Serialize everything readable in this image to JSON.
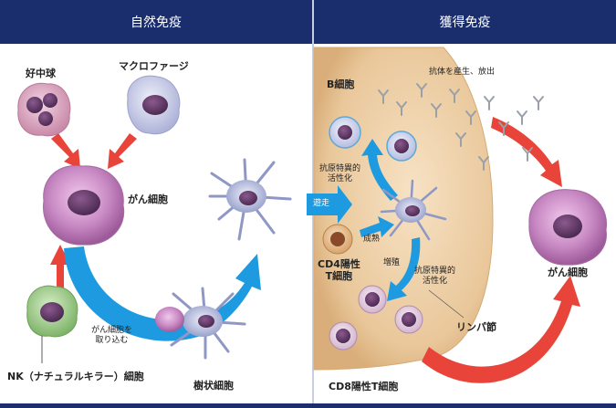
{
  "headers": {
    "innate": "自然免疫",
    "acquired": "獲得免疫"
  },
  "labels": {
    "neutrophil": "好中球",
    "macrophage": "マクロファージ",
    "cancer_cell_left": "がん細胞",
    "nk_cell": "NK（ナチュラルキラー）細胞",
    "engulf_line1": "がん細胞を",
    "engulf_line2": "取り込む",
    "dendritic_cell": "樹状細胞",
    "b_cell": "B細胞",
    "antibody": "抗体を産生、放出",
    "activation_line1": "抗原特異的",
    "activation_line2": "活性化",
    "migration": "遊走",
    "maturation": "成熟",
    "cd4_line1": "CD4陽性",
    "cd4_line2": "T細胞",
    "proliferation": "増殖",
    "activation2_line1": "抗原特異的",
    "activation2_line2": "活性化",
    "lymph_node": "リンパ節",
    "cd8": "CD8陽性T細胞",
    "cancer_cell_right": "がん細胞"
  },
  "colors": {
    "header_bg": "#1a2e6e",
    "arrow_red": "#e8443a",
    "arrow_blue": "#1e9be0",
    "lymph_node": "#e9c79a",
    "cancer_cell": "#c98ac4",
    "nk_cell": "#9fcc8a",
    "macrophage": "#c9cde8"
  }
}
